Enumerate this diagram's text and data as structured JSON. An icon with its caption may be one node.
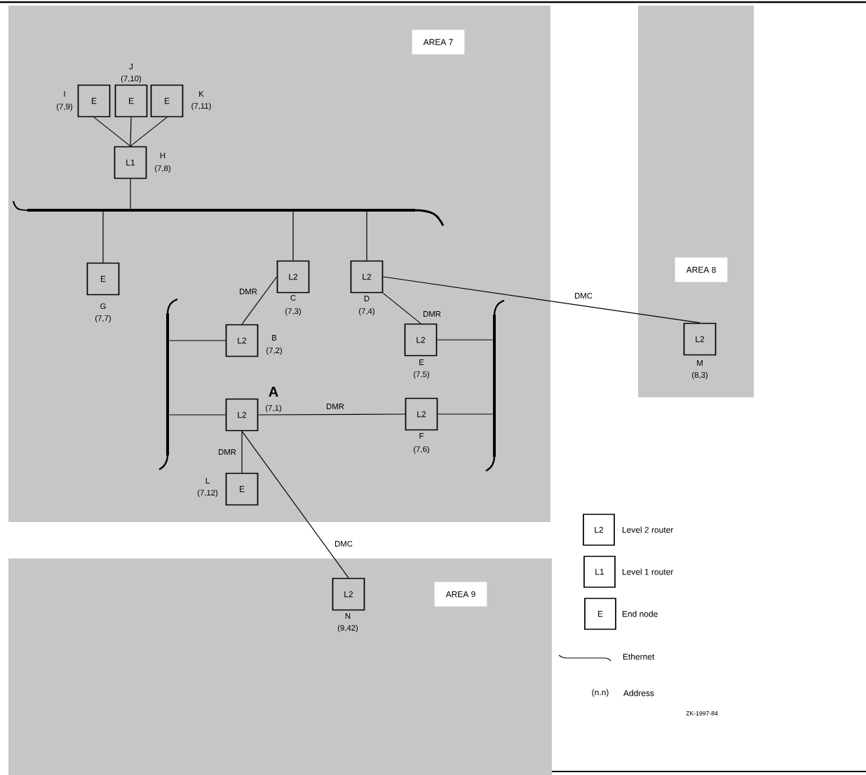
{
  "diagram": {
    "nodes": [
      {
        "text": [
          "AREA 7"
        ]
      },
      {
        "text": [
          "E"
        ],
        "beside": [
          "I",
          "(7,9)"
        ],
        "in": 0
      },
      {
        "text": [
          "E"
        ],
        "beside": [
          "J",
          "(7,10)"
        ],
        "in": 0
      },
      {
        "text": [
          "E"
        ],
        "beside": [
          "K",
          "(7,11)"
        ],
        "in": 0
      },
      {
        "text": [
          "L1"
        ],
        "beside": [
          "H",
          "(7,8)"
        ],
        "in": 0
      },
      {
        "text": [],
        "shape": "bar",
        "in": 0
      },
      {
        "text": [
          "E"
        ],
        "beside": [
          "G",
          "(7,7)"
        ],
        "in": 0
      },
      {
        "text": [
          "L2"
        ],
        "beside": [
          "C",
          "(7,3)"
        ],
        "in": 0
      },
      {
        "text": [
          "L2"
        ],
        "beside": [
          "D",
          "(7,4)"
        ],
        "in": 0
      },
      {
        "text": [],
        "shape": "bar",
        "in": 0
      },
      {
        "text": [
          "L2"
        ],
        "beside": [
          "B",
          "(7,2)"
        ],
        "in": 0
      },
      {
        "text": [
          "L2"
        ],
        "beside": [
          "E",
          "(7,5)"
        ],
        "in": 0
      },
      {
        "text": [],
        "shape": "bar",
        "in": 0
      },
      {
        "text": [
          "L2"
        ],
        "beside": [
          "A",
          "(7,1)"
        ],
        "in": 0
      },
      {
        "text": [
          "L2"
        ],
        "beside": [
          "F",
          "(7,6)"
        ],
        "in": 0
      },
      {
        "text": [
          "E"
        ],
        "beside": [
          "L",
          "(7,12)"
        ],
        "in": 0
      },
      {
        "text": [
          "AREA 8"
        ]
      },
      {
        "text": [
          "L2"
        ],
        "beside": [
          "M",
          "(8,3)"
        ],
        "in": 16
      },
      {
        "text": [
          "AREA 9"
        ]
      },
      {
        "text": [
          "L2"
        ],
        "beside": [
          "N",
          "(9,42)"
        ],
        "in": 18
      }
    ],
    "edges": [
      {
        "from": 1,
        "to": 4,
        "arrow": "none"
      },
      {
        "from": 2,
        "to": 4,
        "arrow": "none"
      },
      {
        "from": 3,
        "to": 4,
        "arrow": "none"
      },
      {
        "from": 4,
        "to": 5,
        "arrow": "none"
      },
      {
        "from": 5,
        "to": 6,
        "arrow": "none"
      },
      {
        "from": 5,
        "to": 7,
        "arrow": "none"
      },
      {
        "from": 5,
        "to": 8,
        "arrow": "none"
      },
      {
        "from": 7,
        "to": 10,
        "arrow": "none",
        "label": "DMR"
      },
      {
        "from": 8,
        "to": 11,
        "arrow": "none",
        "label": "DMR"
      },
      {
        "from": 8,
        "to": 17,
        "arrow": "none",
        "label": "DMC"
      },
      {
        "from": 9,
        "to": 10,
        "arrow": "none"
      },
      {
        "from": 11,
        "to": 12,
        "arrow": "none"
      },
      {
        "from": 9,
        "to": 13,
        "arrow": "none"
      },
      {
        "from": 13,
        "to": 14,
        "arrow": "none",
        "label": "DMR"
      },
      {
        "from": 14,
        "to": 12,
        "arrow": "none"
      },
      {
        "from": 13,
        "to": 15,
        "arrow": "none",
        "label": "DMR"
      },
      {
        "from": 13,
        "to": 19,
        "arrow": "none",
        "label": "DMC"
      }
    ],
    "labels": [
      "L2",
      "L1",
      "E",
      "(n.n)",
      "ZK-1997-84"
    ],
    "legend": [
      {
        "text": "Level 2 router"
      },
      {
        "text": "Level 1 router"
      },
      {
        "text": "End node"
      },
      {
        "text": "Ethernet"
      },
      {
        "text": "Address"
      }
    ]
  }
}
